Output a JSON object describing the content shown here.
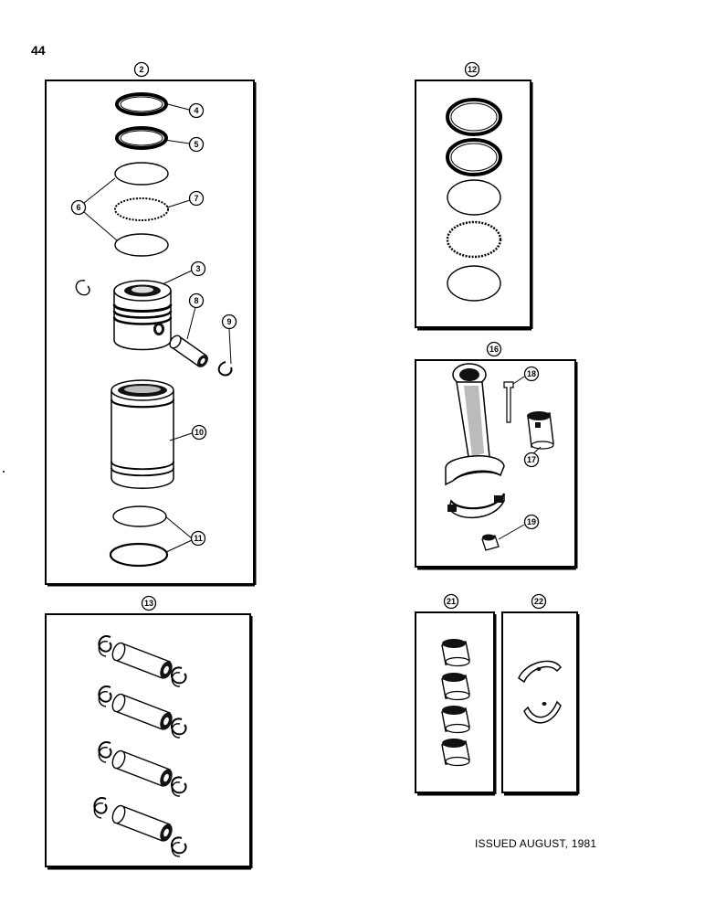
{
  "page": {
    "number": "44",
    "footer": "ISSUED AUGUST, 1981"
  },
  "callouts": {
    "c2": "2",
    "c3": "3",
    "c4": "4",
    "c5": "5",
    "c6": "6",
    "c7": "7",
    "c8": "8",
    "c9": "9",
    "c10": "10",
    "c11": "11",
    "c12": "12",
    "c13": "13",
    "c16": "16",
    "c17": "17",
    "c18": "18",
    "c19": "19",
    "c21": "21",
    "c22": "22"
  }
}
